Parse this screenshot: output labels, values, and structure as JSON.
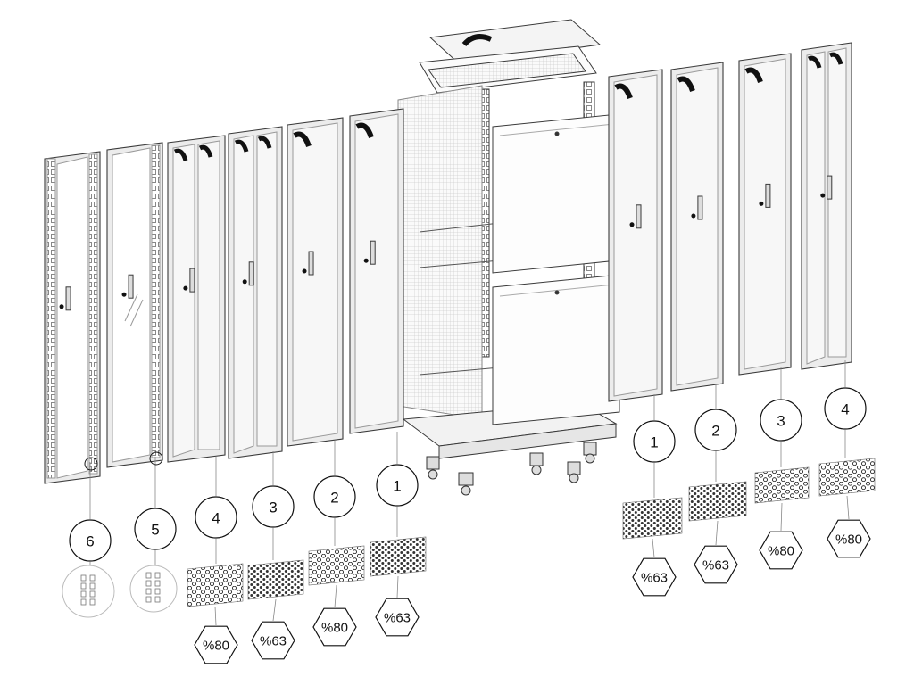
{
  "colors": {
    "line": "#3a3a3a",
    "grid": "#9a9a9a",
    "panel": "#f7f7f7",
    "frame": "#ececec",
    "accent": "#111111",
    "background": "#ffffff"
  },
  "icons": [
    "perforation-hex-icon",
    "hinge-icon",
    "lock-handle-icon",
    "caster-wheel-icon",
    "magnifier-circle-icon"
  ],
  "front_doors": [
    {
      "number": "6",
      "percent": null,
      "style": "glass-perforated-side"
    },
    {
      "number": "5",
      "percent": null,
      "style": "glass-solid"
    },
    {
      "number": "4",
      "percent": "%80",
      "style": "double-perforated"
    },
    {
      "number": "3",
      "percent": "%63",
      "style": "double-perforated"
    },
    {
      "number": "2",
      "percent": "%80",
      "style": "single-perforated"
    },
    {
      "number": "1",
      "percent": "%63",
      "style": "single-perforated"
    }
  ],
  "rear_doors": [
    {
      "number": "1",
      "percent": "%63",
      "style": "single-perforated"
    },
    {
      "number": "2",
      "percent": "%63",
      "style": "single-perforated"
    },
    {
      "number": "3",
      "percent": "%80",
      "style": "single-perforated"
    },
    {
      "number": "4",
      "percent": "%80",
      "style": "double-perforated"
    }
  ]
}
